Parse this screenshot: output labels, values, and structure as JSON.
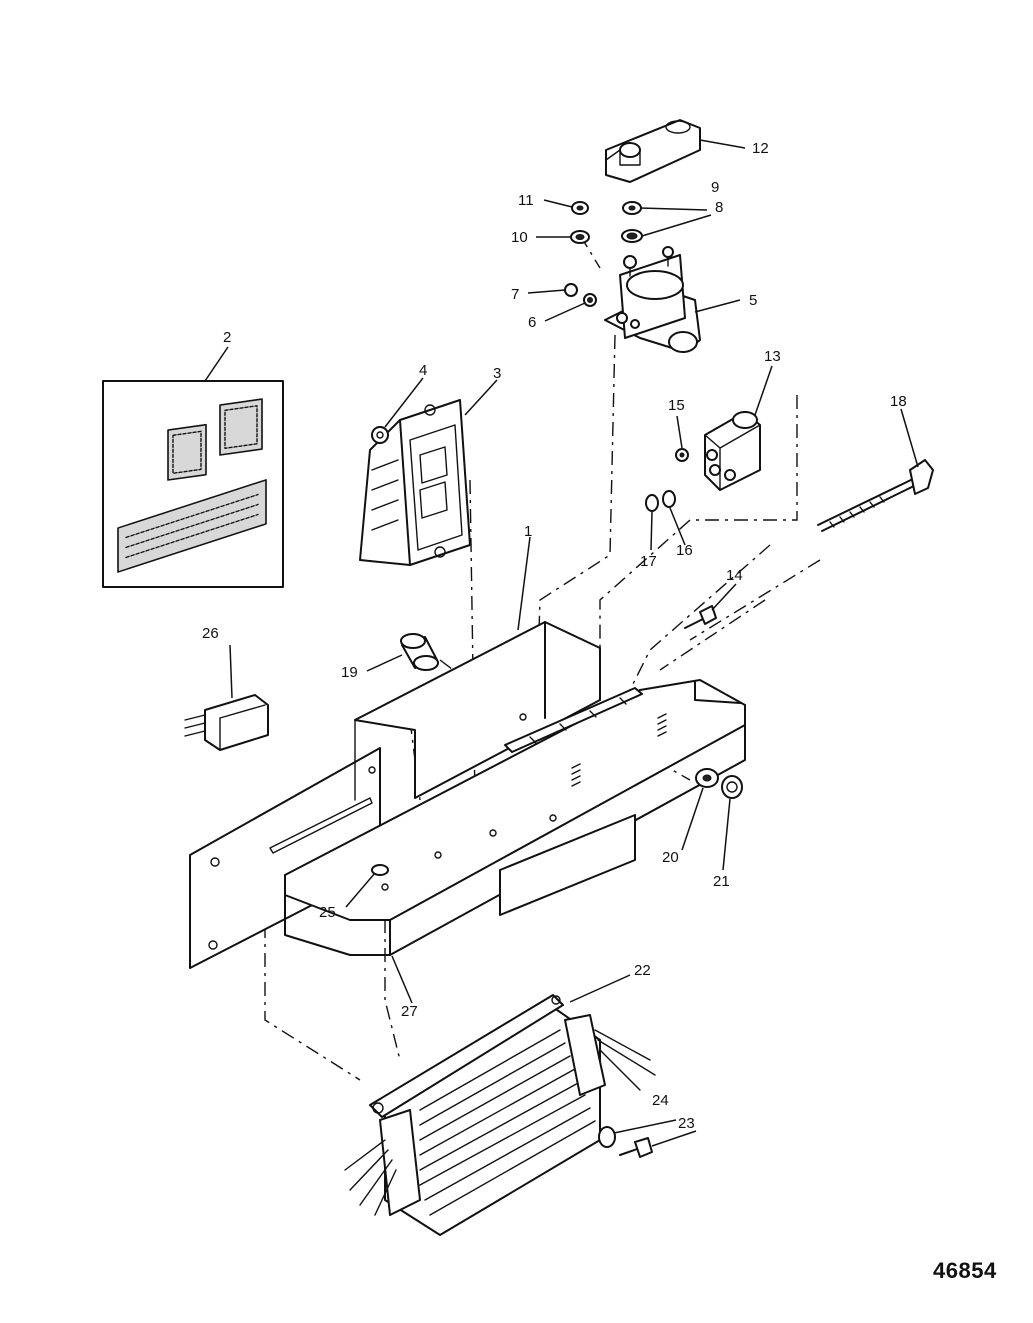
{
  "figure_number": "46854",
  "part_labels": [
    "1",
    "2",
    "3",
    "4",
    "5",
    "6",
    "7",
    "8",
    "9",
    "10",
    "11",
    "12",
    "13",
    "14",
    "15",
    "16",
    "17",
    "18",
    "19",
    "20",
    "21",
    "22",
    "23",
    "24",
    "25",
    "26",
    "27"
  ],
  "colors": {
    "ink": "#111111",
    "paper": "#ffffff"
  }
}
